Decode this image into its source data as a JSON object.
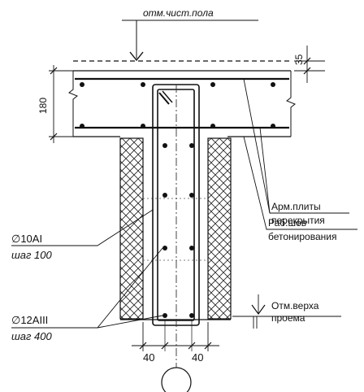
{
  "labels": {
    "floor_mark": "отм.чист.пола",
    "dim_35": "35",
    "dim_180": "180",
    "slab_rebar_line1": "Арм.плиты",
    "slab_rebar_line2": "перекрытия",
    "joint_line1": "Раб.шов",
    "joint_line2": "бетонирования",
    "opening_line1": "Отм.верха",
    "opening_line2": "проема",
    "stirrup_bar": "∅10AI",
    "stirrup_step": "шаг 100",
    "long_bar": "∅12AIII",
    "long_step": "шаг 400",
    "dim_left_40": "40",
    "dim_right_40": "40"
  }
}
